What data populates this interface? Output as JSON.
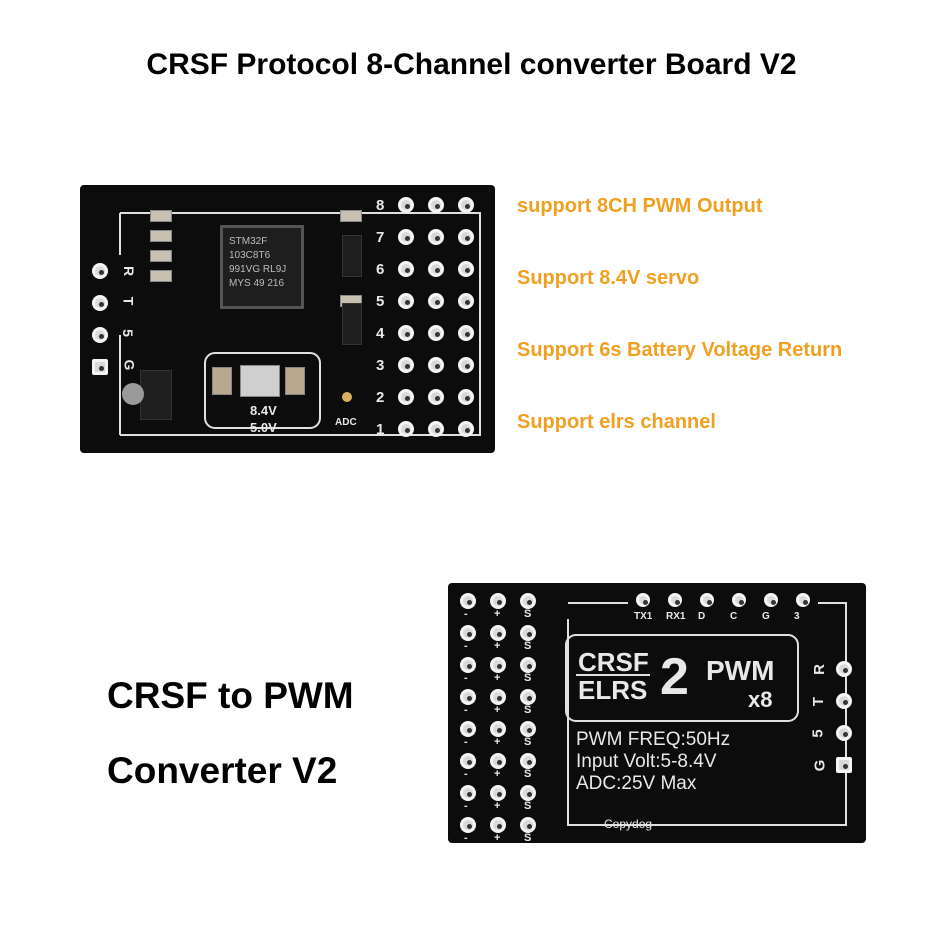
{
  "title": "CRSF Protocol 8-Channel converter Board V2",
  "features": [
    "support 8CH PWM Output",
    "Support 8.4V servo",
    "Support 6s Battery Voltage Return",
    "Support elrs channel"
  ],
  "side_label": {
    "line1": "CRSF to PWM",
    "line2": "Converter V2"
  },
  "board_top": {
    "channels": [
      "8",
      "7",
      "6",
      "5",
      "4",
      "3",
      "2",
      "1"
    ],
    "uart_pins": [
      "R",
      "T",
      "5",
      "G"
    ],
    "chip_text": [
      "STM32F",
      "103C8T6",
      "991VG RL9J",
      "MYS 49 216"
    ],
    "voltages": [
      "8.4V",
      "5.0V"
    ],
    "adc": "ADC"
  },
  "board_bottom": {
    "top_pins": [
      "TX1",
      "RX1",
      "D",
      "C",
      "G",
      "3"
    ],
    "side_pins": [
      "R",
      "T",
      "5",
      "G"
    ],
    "logo_top": "CRSF",
    "logo_bottom": "ELRS",
    "logo_num": "2",
    "logo_pwm": "PWM",
    "logo_mult": "x8",
    "spec1": "PWM FREQ:50Hz",
    "spec2": "Input Volt:5-8.4V",
    "spec3": "ADC:25V Max",
    "brand": "Copydog",
    "row_marks": [
      "-",
      "+",
      "S"
    ]
  }
}
